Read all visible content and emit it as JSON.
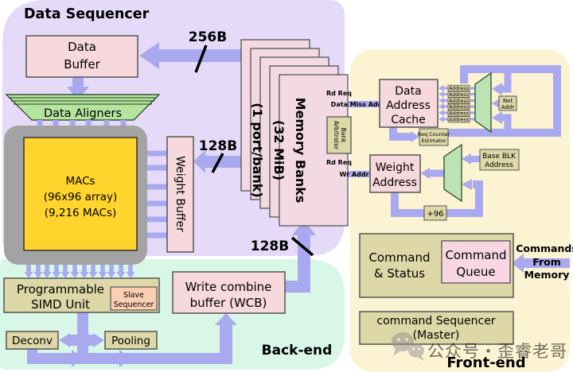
{
  "regions": {
    "data_sequencer": "Data Sequencer",
    "back_end": "Back-end",
    "front_end": "Front-end"
  },
  "buses": {
    "b256": "256B",
    "b128_weight": "128B",
    "b128_wcb": "128B"
  },
  "signals": {
    "rd_req_top": "Rd Req",
    "data_miss_addr": "Data Miss Addr",
    "rd_req_bottom": "Rd Req",
    "wr_addr": "Wr Addr",
    "commands_from_memory": [
      "Commands",
      "From",
      "Memory"
    ]
  },
  "blocks": {
    "data_buffer": [
      "Data",
      "Buffer"
    ],
    "data_aligners": "Data Aligners",
    "macs": [
      "MACs",
      "(96x96 array)",
      "(9,216 MACs)"
    ],
    "weight_buffer": "Weight Buffer",
    "memory_banks": [
      "Memory Banks",
      "(32 MiB)",
      "(1 port/bank)"
    ],
    "bank_arbitrator": [
      "Bank",
      "Arbitrator"
    ],
    "data_address_cache": [
      "Data",
      "Address",
      "Cache"
    ],
    "address_slot": "Address",
    "nxt_addr": [
      "Nxt",
      "Addr"
    ],
    "req_counter_estimator": [
      "Req Counter",
      "Estimator"
    ],
    "weight_address": [
      "Weight",
      "Address"
    ],
    "base_blk_address": [
      "Base BLK",
      "Address"
    ],
    "plus_96": "+96",
    "command_and_status": [
      "Command",
      "& Status"
    ],
    "command_queue": [
      "Command",
      "Queue"
    ],
    "command_sequencer": [
      "command Sequencer",
      "(Master)"
    ],
    "programmable_simd_unit": [
      "Programmable",
      "SIMD Unit"
    ],
    "slave_sequencer": [
      "Slave",
      "Sequencer"
    ],
    "deconv": "Deconv",
    "pooling": "Pooling",
    "write_combine_buffer": [
      "Write combine",
      "buffer (WCB)"
    ]
  },
  "watermark": "公众号・歪睿老哥",
  "colors": {
    "lavender_region": "#e5daf8",
    "mint_region": "#d9f7e6",
    "cream_region": "#fcf3d2",
    "arrow_periwinkle": "#a9a9f0",
    "pink_box": "#f6d8dd",
    "pink_queue": "#f8d7e3",
    "gold_macs": "#ffd42c",
    "gray_chip": "#a3a3a3",
    "green_aligner": "#b5e49f",
    "green_mux": "#bce3b4",
    "tan_box": "#ded7a8",
    "salmon_box": "#fcceb2",
    "watermark_gray": "#8f8f8f"
  }
}
